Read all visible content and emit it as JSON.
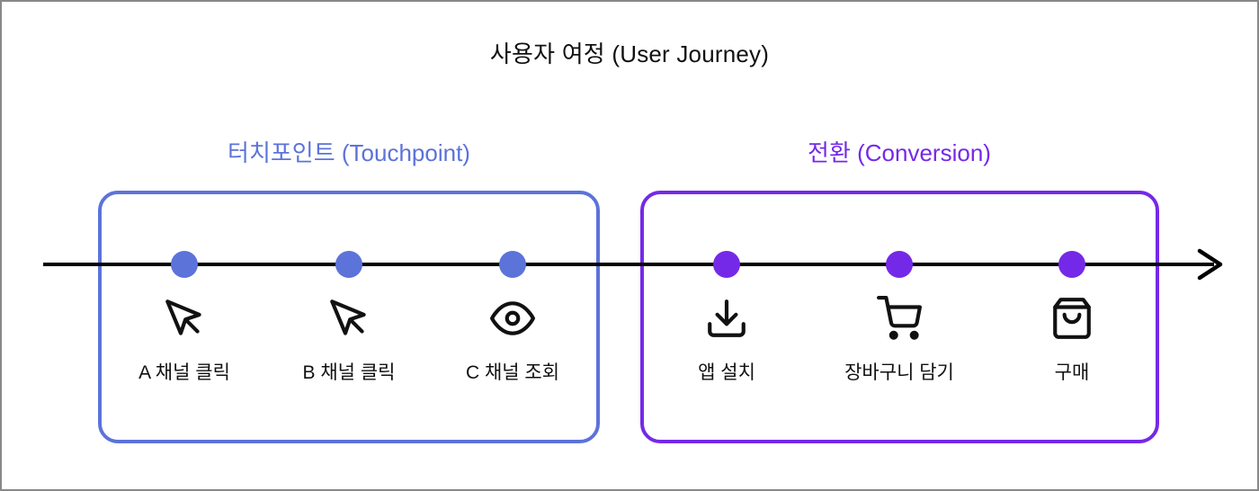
{
  "title": "사용자 여정 (User Journey)",
  "colors": {
    "touchpoint_accent": "#5c73da",
    "conversion_accent": "#7529e8",
    "timeline": "#000000",
    "icon": "#111111",
    "background": "#ffffff",
    "frame_border": "#888888"
  },
  "groups": [
    {
      "id": "touchpoint",
      "label": "터치포인트 (Touchpoint)",
      "items": [
        {
          "label": "A 채널 클릭",
          "icon": "mouse-pointer-icon"
        },
        {
          "label": "B 채널 클릭",
          "icon": "mouse-pointer-icon"
        },
        {
          "label": "C 채널 조회",
          "icon": "eye-icon"
        }
      ]
    },
    {
      "id": "conversion",
      "label": "전환 (Conversion)",
      "items": [
        {
          "label": "앱 설치",
          "icon": "download-icon"
        },
        {
          "label": "장바구니 담기",
          "icon": "shopping-cart-icon"
        },
        {
          "label": "구매",
          "icon": "shopping-bag-icon"
        }
      ]
    }
  ]
}
